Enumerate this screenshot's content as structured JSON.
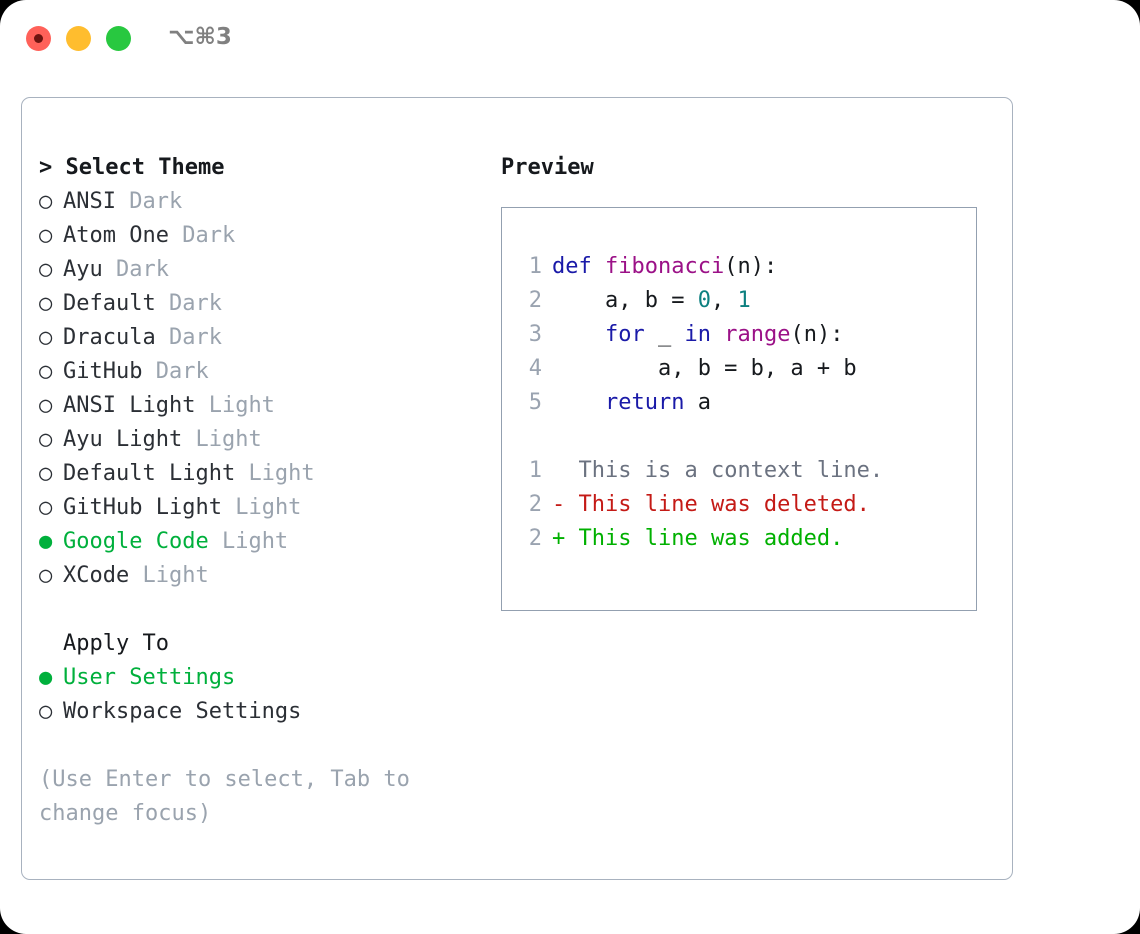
{
  "window": {
    "shortcut": "⌥⌘3",
    "traffic_lights": [
      {
        "name": "close-dot",
        "color": "#ff6159"
      },
      {
        "name": "minimize-dot",
        "color": "#ffbd2e"
      },
      {
        "name": "maximize-dot",
        "color": "#28c840"
      }
    ]
  },
  "theme_picker": {
    "header_prompt": "> ",
    "header": "Select Theme",
    "selected_bullet": "●",
    "unselected_bullet": "○",
    "items": [
      {
        "name": "ANSI",
        "variant": "Dark",
        "selected": false
      },
      {
        "name": "Atom One",
        "variant": "Dark",
        "selected": false
      },
      {
        "name": "Ayu",
        "variant": "Dark",
        "selected": false
      },
      {
        "name": "Default",
        "variant": "Dark",
        "selected": false
      },
      {
        "name": "Dracula",
        "variant": "Dark",
        "selected": false
      },
      {
        "name": "GitHub",
        "variant": "Dark",
        "selected": false
      },
      {
        "name": "ANSI Light",
        "variant": "Light",
        "selected": false
      },
      {
        "name": "Ayu Light",
        "variant": "Light",
        "selected": false
      },
      {
        "name": "Default Light",
        "variant": "Light",
        "selected": false
      },
      {
        "name": "GitHub Light",
        "variant": "Light",
        "selected": false
      },
      {
        "name": "Google Code",
        "variant": "Light",
        "selected": true
      },
      {
        "name": "XCode",
        "variant": "Light",
        "selected": false
      }
    ]
  },
  "apply_to": {
    "header": "Apply To",
    "options": [
      {
        "name": "User Settings",
        "selected": true
      },
      {
        "name": "Workspace Settings",
        "selected": false
      }
    ]
  },
  "hint": "(Use Enter to select, Tab to change focus)",
  "preview": {
    "title": "Preview",
    "code_lines": [
      {
        "num": "1",
        "tokens": [
          {
            "t": "def ",
            "c": "kw"
          },
          {
            "t": "fibonacci",
            "c": "fn"
          },
          {
            "t": "(n):",
            "c": "pl"
          }
        ]
      },
      {
        "num": "2",
        "tokens": [
          {
            "t": "    a, b = ",
            "c": "pl"
          },
          {
            "t": "0",
            "c": "num"
          },
          {
            "t": ", ",
            "c": "pl"
          },
          {
            "t": "1",
            "c": "num"
          }
        ]
      },
      {
        "num": "3",
        "tokens": [
          {
            "t": "    ",
            "c": "pl"
          },
          {
            "t": "for",
            "c": "kw"
          },
          {
            "t": " _ ",
            "c": "pl"
          },
          {
            "t": "in",
            "c": "kw"
          },
          {
            "t": " ",
            "c": "pl"
          },
          {
            "t": "range",
            "c": "fn"
          },
          {
            "t": "(n):",
            "c": "pl"
          }
        ]
      },
      {
        "num": "4",
        "tokens": [
          {
            "t": "        a, b = b, a + b",
            "c": "pl"
          }
        ]
      },
      {
        "num": "5",
        "tokens": [
          {
            "t": "    ",
            "c": "pl"
          },
          {
            "t": "return",
            "c": "kw"
          },
          {
            "t": " a",
            "c": "pl"
          }
        ]
      }
    ],
    "diff_lines": [
      {
        "num": "1",
        "marker": "  ",
        "text": "This is a context line.",
        "c": "ctx"
      },
      {
        "num": "2",
        "marker": "- ",
        "text": "This line was deleted.",
        "c": "del"
      },
      {
        "num": "2",
        "marker": "+ ",
        "text": "This line was added.",
        "c": "add"
      }
    ]
  },
  "colors": {
    "keyword": "#1a1aa8",
    "function": "#9b1187",
    "number": "#0d8080",
    "plain": "#16191d",
    "line_number": "#9aa3b0",
    "context": "#6b7280",
    "deleted": "#c41a16",
    "added": "#00b000",
    "accent_green": "#00b03c",
    "muted": "#9aa3ae",
    "border": "#a8b2bf"
  }
}
